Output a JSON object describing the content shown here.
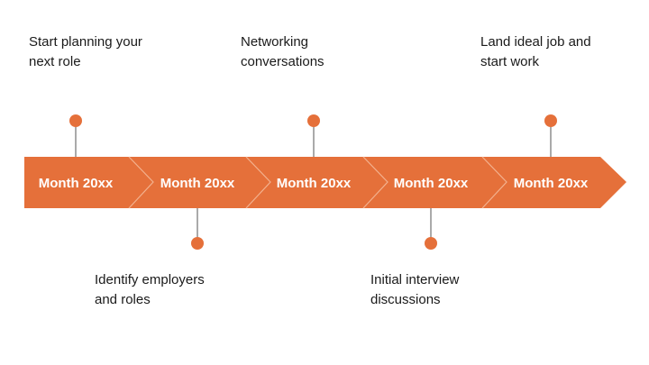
{
  "colors": {
    "accent": "#E5703A",
    "connector": "#555555",
    "text": "#1a1a1a",
    "divider": "#F3B28F"
  },
  "timeline": {
    "segments": [
      {
        "label": "Month 20xx"
      },
      {
        "label": "Month 20xx"
      },
      {
        "label": "Month 20xx"
      },
      {
        "label": "Month 20xx"
      },
      {
        "label": "Month 20xx"
      }
    ],
    "milestones": [
      {
        "text": "Start planning your\nnext role",
        "side": "above"
      },
      {
        "text": "Identify employers\nand roles",
        "side": "below"
      },
      {
        "text": "Networking\nconversations",
        "side": "above"
      },
      {
        "text": "Initial interview\ndiscussions",
        "side": "below"
      },
      {
        "text": "Land ideal job and\nstart work",
        "side": "above"
      }
    ]
  }
}
